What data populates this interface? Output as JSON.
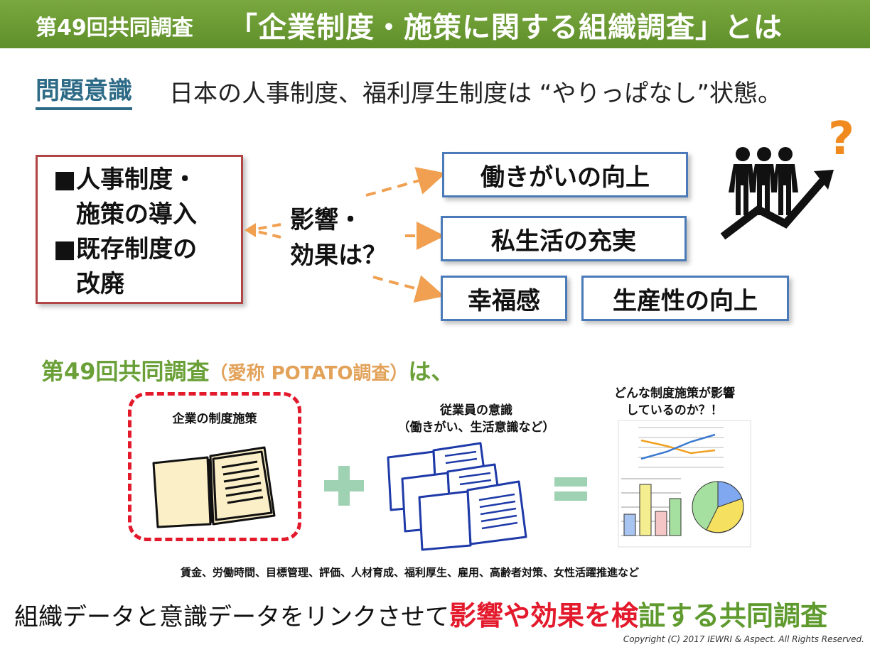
{
  "header": {
    "small": "第49回共同調査",
    "large": "「企業制度・施策に関する組織調査」とは"
  },
  "problem": {
    "label": "問題意識",
    "text": "日本の人事制度、福利厚生制度は “やりっぱなし”状態。"
  },
  "left_box": {
    "lines": [
      "■人事制度・",
      "施策の導入",
      "■既存制度の",
      "改廃"
    ]
  },
  "effect_question": {
    "line1": "影響・",
    "line2": "効果は？"
  },
  "outcomes": {
    "o1": "働きがいの向上",
    "o2": "私生活の充実",
    "o3": "幸福感",
    "o4": "生産性の向上"
  },
  "icons": {
    "question": "?",
    "people": "people-growth-icon"
  },
  "potato": {
    "title": "第49回共同調査",
    "sub": "（愛称 POTATO調査）",
    "suffix": "は、"
  },
  "panels": {
    "company_label": "企業の制度施策",
    "employee_label_1": "従業員の意識",
    "employee_label_2": "（働きがい、生活意識など）",
    "result_label_1": "どんな制度施策が影響",
    "result_label_2": "しているのか？！"
  },
  "bottom_note": "賃金、労働時間、目標管理、評価、人材育成、福利厚生、雇用、高齢者対策、女性活躍推進など",
  "conclusion": {
    "part1": "組織データと意識データをリンクさせて",
    "part2": "影響や効果を検",
    "part3": "証",
    "part4": "する共同調査"
  },
  "copyright": "Copyright (C) 2017 IEWRI & Aspect. All Rights Reserved.",
  "colors": {
    "header_green": "#6a9a36",
    "red_accent": "#e3192c",
    "blue_border": "#4a7ab8",
    "orange_arrow": "#f0a050"
  }
}
